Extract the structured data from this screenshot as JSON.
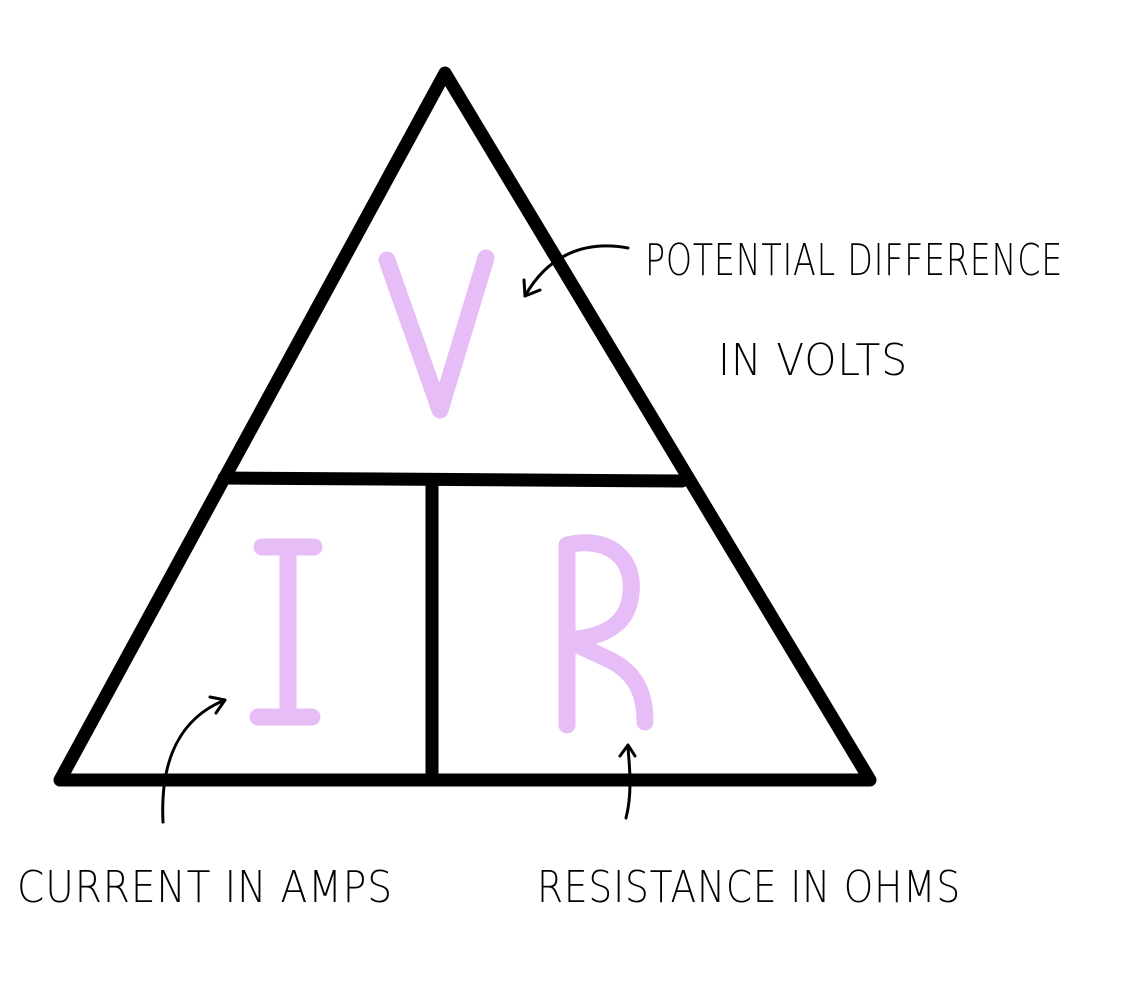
{
  "colors": {
    "outline": "#000000",
    "letters": "#e6bdf7",
    "background": "#ffffff"
  },
  "triangle": {
    "top_letter": "V",
    "bottom_left_letter": "I",
    "bottom_right_letter": "R"
  },
  "labels": {
    "voltage_line1": "POTENTIAL DIFFERENCE",
    "voltage_line2": "IN VOLTS",
    "current": "CURRENT IN AMPS",
    "resistance": "RESISTANCE IN OHMS"
  }
}
